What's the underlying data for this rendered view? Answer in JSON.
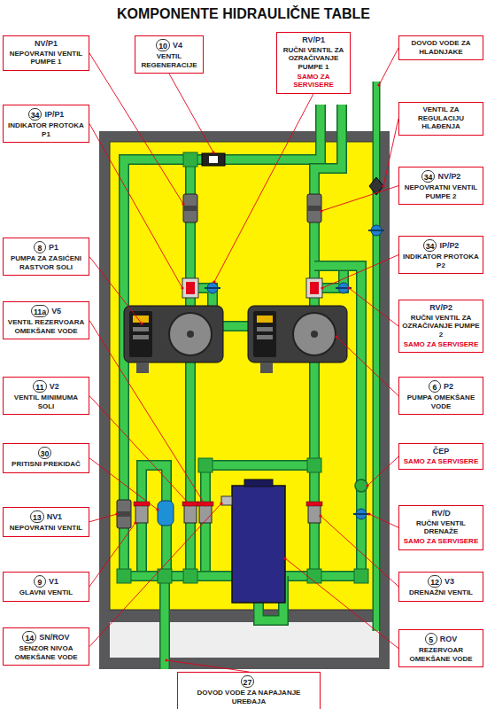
{
  "diagram": {
    "title": "KOMPONENTE HIDRAULIČNE TABLE",
    "nodes": [
      {
        "text": [
          "NV/P1",
          "NEPOVRATNI VENTIL PUMPE 1"
        ]
      },
      {
        "text": [
          "34",
          "IP/P1",
          "INDIKATOR PROTOKA P1"
        ]
      },
      {
        "text": [
          "8",
          "P1",
          "PUMPA ZA ZASIĆENI RASTVOR SOLI"
        ]
      },
      {
        "text": [
          "11a",
          "V5",
          "VENTIL REZERVOARA OMEKŠANE VODE"
        ]
      },
      {
        "text": [
          "11",
          "V2",
          "VENTIL MINIMUMA SOLI"
        ]
      },
      {
        "text": [
          "30",
          "PRITISNI PREKIDAČ"
        ]
      },
      {
        "text": [
          "13",
          "NV1",
          "NEPOVRATNI VENTIL"
        ]
      },
      {
        "text": [
          "9",
          "V1",
          "GLAVNI VENTIL"
        ]
      },
      {
        "text": [
          "14",
          "SN/ROV",
          "SENZOR NIVOA OMEKŠANE VODE"
        ]
      },
      {
        "text": [
          "10",
          "V4",
          "VENTIL REGENERACIJE"
        ]
      },
      {
        "text": [
          "RV/P1",
          "RUČNI VENTIL ZA OZRAČIVANJE PUMPE 1",
          "SAMO ZA SERVISERE"
        ]
      },
      {
        "text": [
          "DOVOD VODE ZA HLADNJAKE"
        ]
      },
      {
        "text": [
          "VENTIL ZA REGULACIJU HLAĐENJA"
        ]
      },
      {
        "text": [
          "34",
          "NV/P2",
          "NEPOVRATNI VENTIL PUMPE 2"
        ]
      },
      {
        "text": [
          "34",
          "IP/P2",
          "INDIKATOR PROTOKA P2"
        ]
      },
      {
        "text": [
          "RV/P2",
          "RUČNI VENTIL ZA OZRAČIVANJE PUMPE 2",
          "SAMO ZA SERVISERE"
        ]
      },
      {
        "text": [
          "6",
          "P2",
          "PUMPA OMEKŠANE VODE"
        ]
      },
      {
        "text": [
          "ČEP",
          "SAMO ZA SERVISERE"
        ]
      },
      {
        "text": [
          "RV/D",
          "RUČNI VENTIL DRENAŽE",
          "SAMO ZA SERVISERE"
        ]
      },
      {
        "text": [
          "12",
          "V3",
          "DRENAŽNI VENTIL"
        ]
      },
      {
        "text": [
          "5",
          "ROV",
          "REZERVOAR OMEKŠANE VODE"
        ]
      },
      {
        "text": [
          "27",
          "DOVOD VODE ZA NAPAJANJE UREĐAJA"
        ]
      }
    ]
  }
}
